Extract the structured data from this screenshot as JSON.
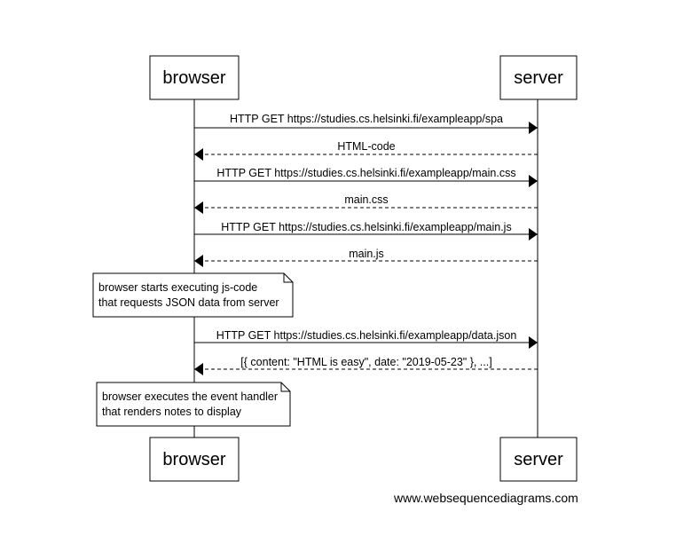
{
  "participants": [
    {
      "name": "browser"
    },
    {
      "name": "server"
    }
  ],
  "messages": [
    {
      "label": "HTTP GET https://studies.cs.helsinki.fi/exampleapp/spa",
      "from": "browser",
      "to": "server",
      "kind": "request"
    },
    {
      "label": "HTML-code",
      "from": "server",
      "to": "browser",
      "kind": "response"
    },
    {
      "label": "HTTP GET https://studies.cs.helsinki.fi/exampleapp/main.css",
      "from": "browser",
      "to": "server",
      "kind": "request"
    },
    {
      "label": "main.css",
      "from": "server",
      "to": "browser",
      "kind": "response"
    },
    {
      "label": "HTTP GET https://studies.cs.helsinki.fi/exampleapp/main.js",
      "from": "browser",
      "to": "server",
      "kind": "request"
    },
    {
      "label": "main.js",
      "from": "server",
      "to": "browser",
      "kind": "response"
    },
    {
      "label": "HTTP GET https://studies.cs.helsinki.fi/exampleapp/data.json",
      "from": "browser",
      "to": "server",
      "kind": "request"
    },
    {
      "label": "[{ content: \"HTML is easy\", date: \"2019-05-23\" }, ...]",
      "from": "server",
      "to": "browser",
      "kind": "response"
    }
  ],
  "notes": [
    {
      "lines": [
        "browser starts executing js-code",
        "that requests JSON data from server"
      ]
    },
    {
      "lines": [
        "browser executes the event handler",
        "that renders notes to display"
      ]
    }
  ],
  "footer": "www.websequencediagrams.com"
}
